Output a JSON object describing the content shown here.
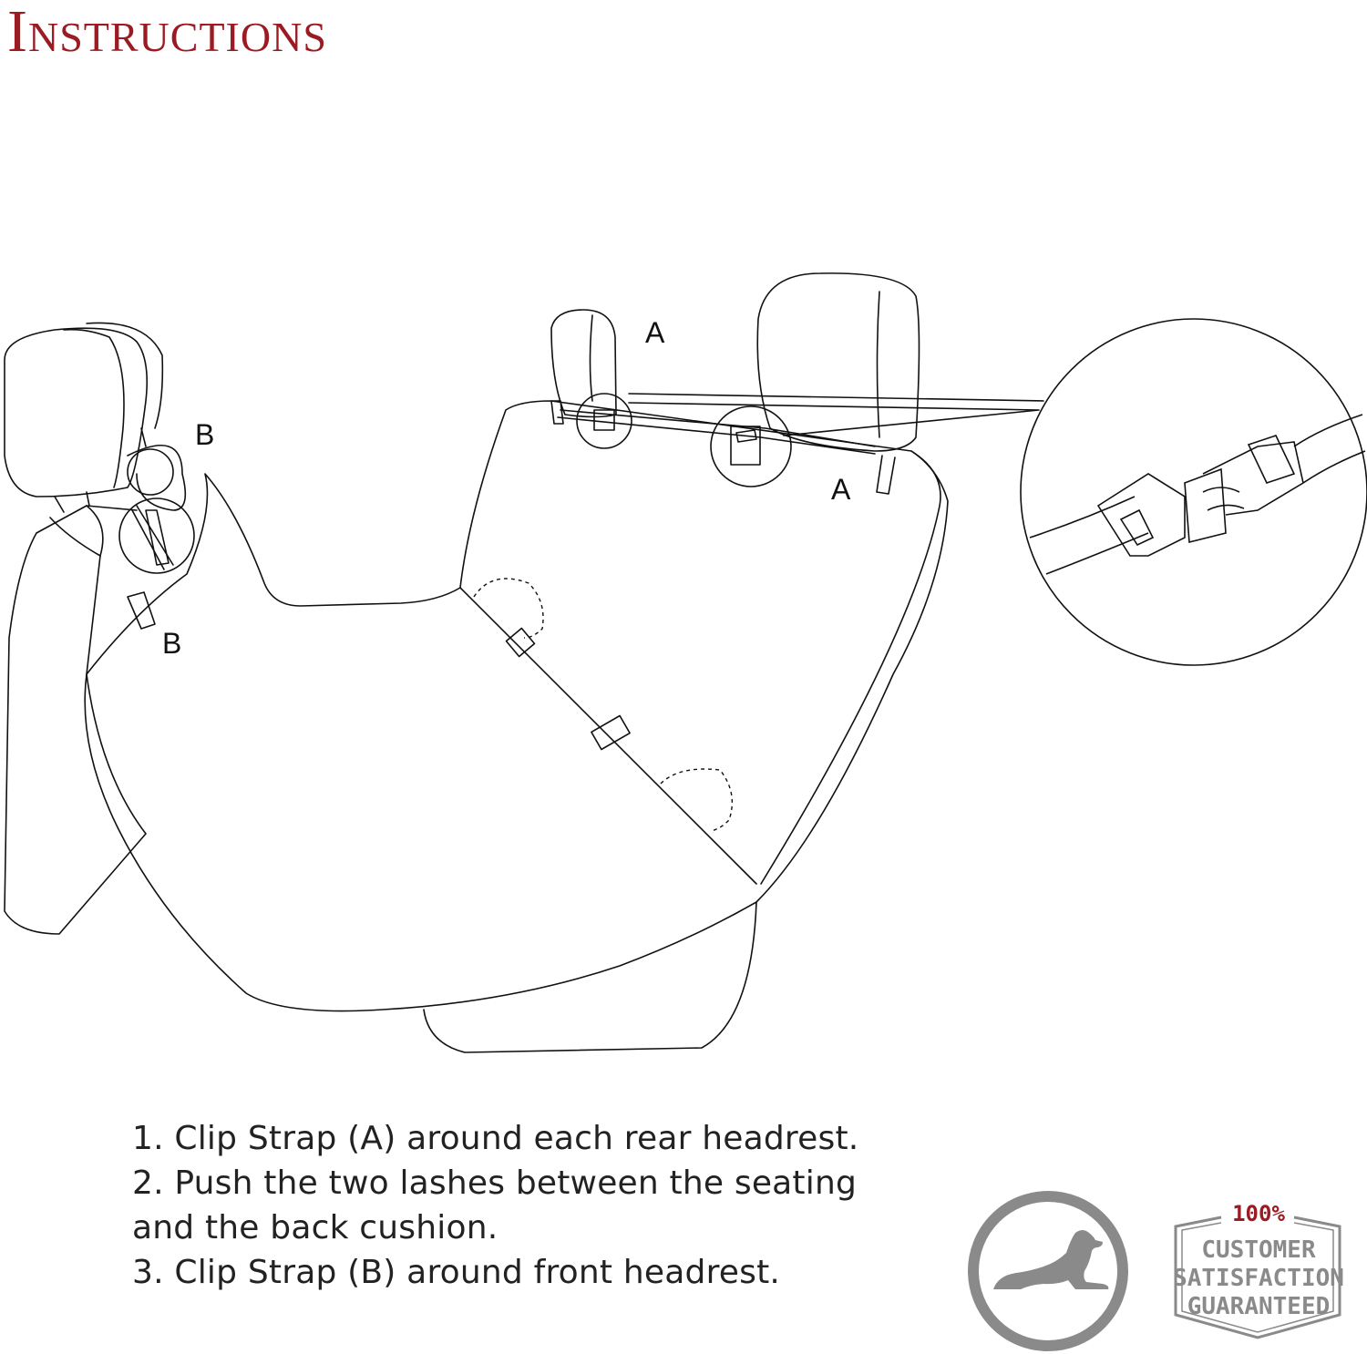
{
  "title": "Instructions",
  "callouts": {
    "a_top": "A",
    "a_right": "A",
    "b_top": "B",
    "b_bottom": "B"
  },
  "steps": [
    "1. Clip Strap (A) around each rear headrest.",
    "2.  Push the two lashes between the seating",
    "and the back cushion.",
    "3. Clip Strap (B) around front headrest."
  ],
  "guarantee": {
    "percent": "100%",
    "line1": "CUSTOMER",
    "line2": "SATISFACTION",
    "line3": "GUARANTEED"
  },
  "colors": {
    "accent": "#9b1b23",
    "line": "#111111",
    "badge_gray": "#8a8a8a"
  },
  "icons": {
    "dog_badge": "dog-icon",
    "buckle_detail": "buckle-icon"
  }
}
